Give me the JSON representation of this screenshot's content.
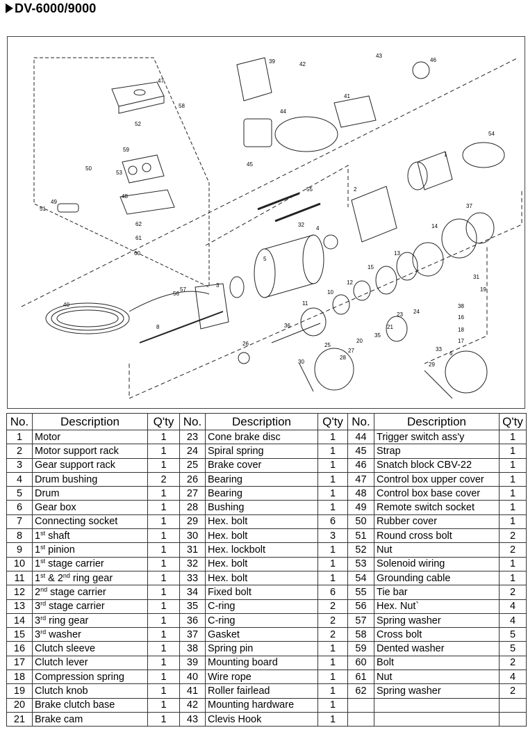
{
  "title": "DV-6000/9000",
  "headers": {
    "no": "No.",
    "description": "Description",
    "qty": "Q'ty"
  },
  "diagram_labels": [
    "1",
    "2",
    "3",
    "4",
    "5",
    "6",
    "8",
    "10",
    "11",
    "12",
    "13",
    "14",
    "15",
    "16",
    "17",
    "18",
    "19",
    "20",
    "21",
    "23",
    "24",
    "25",
    "26",
    "27",
    "28",
    "29",
    "30",
    "31",
    "32",
    "33",
    "35",
    "36",
    "37",
    "38",
    "39",
    "40",
    "41",
    "42",
    "43",
    "44",
    "45",
    "46",
    "47",
    "48",
    "49",
    "50",
    "51",
    "52",
    "53",
    "54",
    "55",
    "56",
    "57",
    "58",
    "59",
    "60",
    "61",
    "62"
  ],
  "parts": [
    {
      "no": "1",
      "desc": "Motor",
      "qty": "1"
    },
    {
      "no": "2",
      "desc": "Motor support rack",
      "qty": "1"
    },
    {
      "no": "3",
      "desc": "Gear support rack",
      "qty": "1"
    },
    {
      "no": "4",
      "desc": "Drum bushing",
      "qty": "2"
    },
    {
      "no": "5",
      "desc": "Drum",
      "qty": "1"
    },
    {
      "no": "6",
      "desc": "Gear box",
      "qty": "1"
    },
    {
      "no": "7",
      "desc": "Connecting socket",
      "qty": "1"
    },
    {
      "no": "8",
      "desc": "1st shaft",
      "qty": "1",
      "ord": "1",
      "sup": "st",
      "rest": " shaft"
    },
    {
      "no": "9",
      "desc": "1st pinion",
      "qty": "1",
      "ord": "1",
      "sup": "st",
      "rest": " pinion"
    },
    {
      "no": "10",
      "desc": "1st stage carrier",
      "qty": "1",
      "ord": "1",
      "sup": "st",
      "rest": " stage carrier"
    },
    {
      "no": "11",
      "desc": "1st & 2nd ring gear",
      "qty": "1",
      "ord": "1",
      "sup": "st",
      "rest": " & 2",
      "sup2": "nd",
      "rest2": " ring gear"
    },
    {
      "no": "12",
      "desc": "2nd stage carrier",
      "qty": "1",
      "ord": "2",
      "sup": "nd",
      "rest": " stage carrier"
    },
    {
      "no": "13",
      "desc": "3rd stage carrier",
      "qty": "1",
      "ord": "3",
      "sup": "rd",
      "rest": " stage carrier"
    },
    {
      "no": "14",
      "desc": "3rd ring gear",
      "qty": "1",
      "ord": "3",
      "sup": "rd",
      "rest": " ring gear"
    },
    {
      "no": "15",
      "desc": "3rd washer",
      "qty": "1",
      "ord": "3",
      "sup": "rd",
      "rest": " washer"
    },
    {
      "no": "16",
      "desc": "Clutch sleeve",
      "qty": "1"
    },
    {
      "no": "17",
      "desc": "Clutch lever",
      "qty": "1"
    },
    {
      "no": "18",
      "desc": "Compression spring",
      "qty": "1"
    },
    {
      "no": "19",
      "desc": "Clutch knob",
      "qty": "1"
    },
    {
      "no": "20",
      "desc": "Brake clutch base",
      "qty": "1"
    },
    {
      "no": "21",
      "desc": "Brake cam",
      "qty": "1"
    },
    {
      "no": "23",
      "desc": "Cone brake disc",
      "qty": "1"
    },
    {
      "no": "24",
      "desc": "Spiral spring",
      "qty": "1"
    },
    {
      "no": "25",
      "desc": "Brake cover",
      "qty": "1"
    },
    {
      "no": "26",
      "desc": "Bearing",
      "qty": "1"
    },
    {
      "no": "27",
      "desc": "Bearing",
      "qty": "1"
    },
    {
      "no": "28",
      "desc": "Bushing",
      "qty": "1"
    },
    {
      "no": "29",
      "desc": "Hex. bolt",
      "qty": "6"
    },
    {
      "no": "30",
      "desc": "Hex. bolt",
      "qty": "3"
    },
    {
      "no": "31",
      "desc": "Hex. lockbolt",
      "qty": "1"
    },
    {
      "no": "32",
      "desc": "Hex. bolt",
      "qty": "1"
    },
    {
      "no": "33",
      "desc": "Hex. bolt",
      "qty": "1"
    },
    {
      "no": "34",
      "desc": "Fixed bolt",
      "qty": "6"
    },
    {
      "no": "35",
      "desc": "C-ring",
      "qty": "2"
    },
    {
      "no": "36",
      "desc": "C-ring",
      "qty": "2"
    },
    {
      "no": "37",
      "desc": "Gasket",
      "qty": "2"
    },
    {
      "no": "38",
      "desc": "Spring pin",
      "qty": "1"
    },
    {
      "no": "39",
      "desc": "Mounting board",
      "qty": "1"
    },
    {
      "no": "40",
      "desc": "Wire rope",
      "qty": "1"
    },
    {
      "no": "41",
      "desc": "Roller fairlead",
      "qty": "1"
    },
    {
      "no": "42",
      "desc": "Mounting hardware",
      "qty": "1"
    },
    {
      "no": "43",
      "desc": "Clevis Hook",
      "qty": "1"
    },
    {
      "no": "44",
      "desc": "Trigger switch ass'y",
      "qty": "1"
    },
    {
      "no": "45",
      "desc": "Strap",
      "qty": "1"
    },
    {
      "no": "46",
      "desc": "Snatch block CBV-22",
      "qty": "1"
    },
    {
      "no": "47",
      "desc": "Control box upper cover",
      "qty": "1"
    },
    {
      "no": "48",
      "desc": "Control box base cover",
      "qty": "1"
    },
    {
      "no": "49",
      "desc": "Remote switch socket",
      "qty": "1"
    },
    {
      "no": "50",
      "desc": "Rubber cover",
      "qty": "1"
    },
    {
      "no": "51",
      "desc": "Round cross bolt",
      "qty": "2"
    },
    {
      "no": "52",
      "desc": "Nut",
      "qty": "2"
    },
    {
      "no": "53",
      "desc": "Solenoid wiring",
      "qty": "1"
    },
    {
      "no": "54",
      "desc": "Grounding cable",
      "qty": "1"
    },
    {
      "no": "55",
      "desc": "Tie bar",
      "qty": "2"
    },
    {
      "no": "56",
      "desc": "Hex. Nut`",
      "qty": "4"
    },
    {
      "no": "57",
      "desc": "Spring washer",
      "qty": "4"
    },
    {
      "no": "58",
      "desc": "Cross bolt",
      "qty": "5"
    },
    {
      "no": "59",
      "desc": "Dented washer",
      "qty": "5"
    },
    {
      "no": "60",
      "desc": "Bolt",
      "qty": "2"
    },
    {
      "no": "61",
      "desc": "Nut",
      "qty": "4"
    },
    {
      "no": "62",
      "desc": "Spring washer",
      "qty": "2"
    }
  ]
}
